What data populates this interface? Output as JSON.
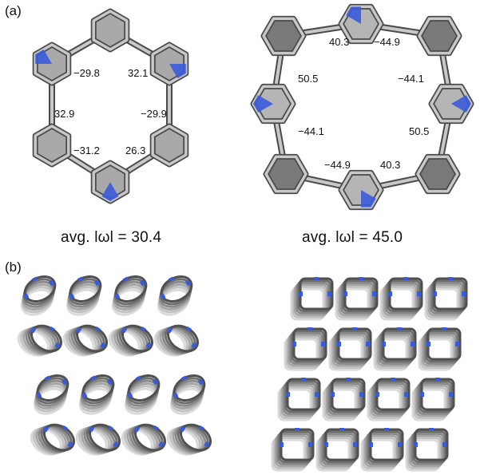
{
  "panel_a": {
    "label": "(a)",
    "left": {
      "angles": [
        "−29.8",
        "32.1",
        "32.9",
        "−29.9",
        "−31.2",
        "26.3"
      ],
      "avg_label": "avg. lωl = 30.4"
    },
    "right": {
      "angles": [
        "40.3",
        "−44.9",
        "50.5",
        "−44.1",
        "−44.1",
        "50.5",
        "−44.9",
        "40.3"
      ],
      "avg_label": "avg. lωl = 45.0"
    }
  },
  "panel_b": {
    "label": "(b)"
  },
  "colors": {
    "carbon": "#8c8c8c",
    "carbon_light": "#c8c8c8",
    "carbon_dark": "#4a4a4a",
    "nitrogen": "#3a5bd9"
  }
}
